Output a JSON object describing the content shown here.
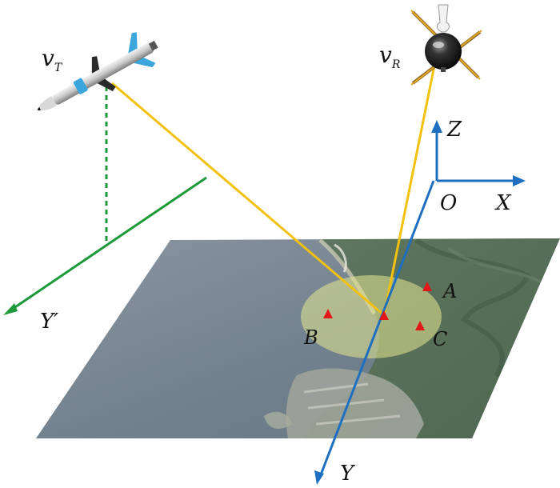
{
  "labels": {
    "transmitter": "v",
    "transmitter_sub": "T",
    "receiver": "v",
    "receiver_sub": "R",
    "axis_x": "X",
    "axis_y": "Y",
    "axis_z": "Z",
    "origin": "O",
    "axis_y_prime": "Y′",
    "point_a": "A",
    "point_b": "B",
    "point_c": "C"
  },
  "colors": {
    "signal_line": "#f2c10f",
    "axis_blue": "#1e6fc0",
    "axis_green": "#1c9a3a",
    "target_marker": "#e01818",
    "illuminated_area": "#e6e890",
    "ground_sea": "#6f7f8c",
    "ground_land": "#58705a"
  },
  "icons": {
    "transmitter": "missile-icon",
    "receiver": "satellite-icon",
    "target_marker": "triangle-marker-icon"
  }
}
